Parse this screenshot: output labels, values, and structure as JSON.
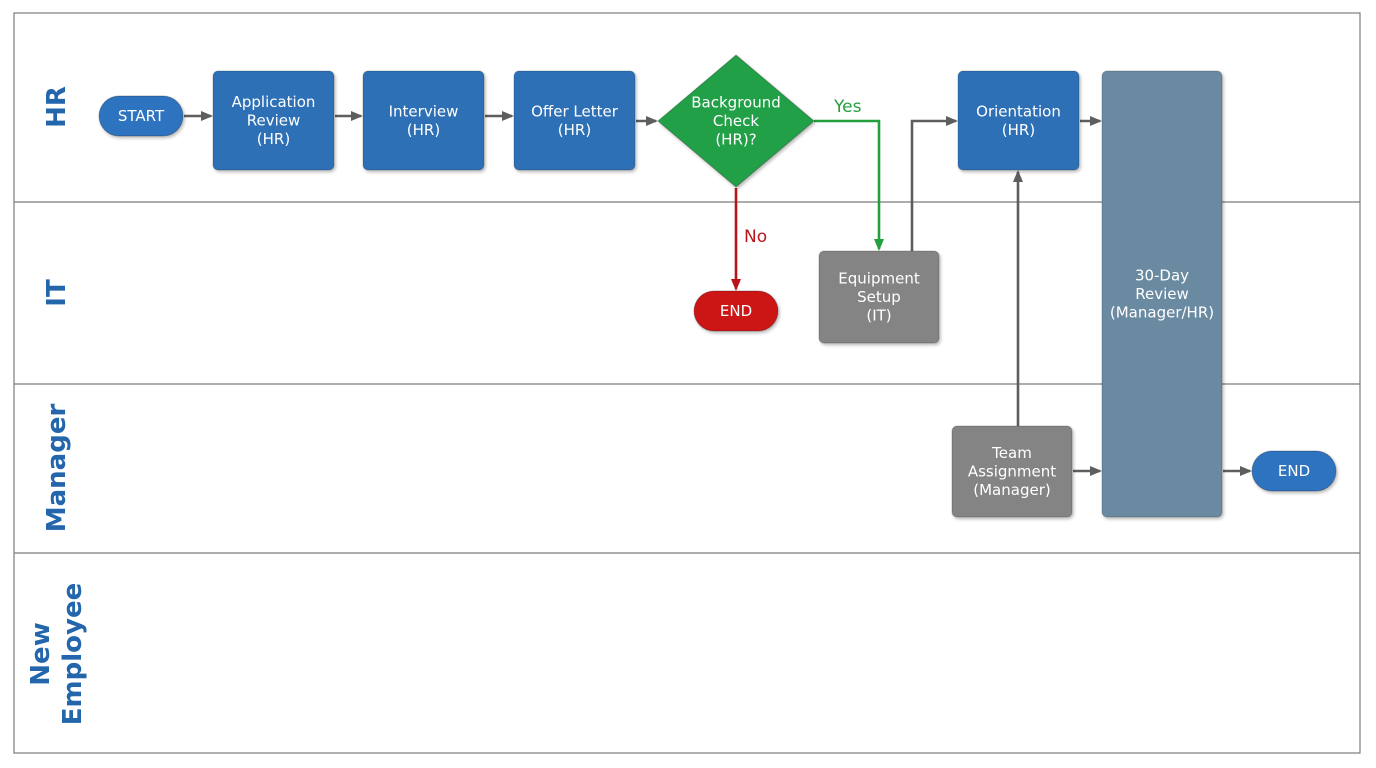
{
  "colors": {
    "lane_title": "#2366ac",
    "lane_border": "#7b7b7b",
    "process_blue": "#2e6fb5",
    "process_gray": "#848484",
    "review_slate": "#6a8aa2",
    "decision_green": "#23a046",
    "terminal_blue": "#2f73bf",
    "terminal_red": "#cc1313",
    "arrow_gray": "#5e5e5e",
    "arrow_green": "#239f3e",
    "arrow_red": "#b8151b"
  },
  "lanes": [
    {
      "id": "hr",
      "title": [
        "HR"
      ]
    },
    {
      "id": "it",
      "title": [
        "IT"
      ]
    },
    {
      "id": "manager",
      "title": [
        "Manager"
      ]
    },
    {
      "id": "new-employee",
      "title": [
        "New",
        "Employee"
      ]
    }
  ],
  "nodes": [
    {
      "id": "start",
      "kind": "terminal",
      "color": "blue",
      "lines": [
        "START"
      ]
    },
    {
      "id": "application-review",
      "kind": "process",
      "color": "blue",
      "lines": [
        "Application",
        "Review",
        "(HR)"
      ]
    },
    {
      "id": "interview",
      "kind": "process",
      "color": "blue",
      "lines": [
        "Interview",
        "(HR)"
      ]
    },
    {
      "id": "offer-letter",
      "kind": "process",
      "color": "blue",
      "lines": [
        "Offer Letter",
        "(HR)"
      ]
    },
    {
      "id": "background-check",
      "kind": "decision",
      "color": "green",
      "lines": [
        "Background",
        "Check",
        "(HR)?"
      ]
    },
    {
      "id": "orientation",
      "kind": "process",
      "color": "blue",
      "lines": [
        "Orientation",
        "(HR)"
      ]
    },
    {
      "id": "thirty-day-review",
      "kind": "process",
      "color": "slate",
      "lines": [
        "30-Day",
        "Review",
        "(Manager/HR)"
      ]
    },
    {
      "id": "end-rejected",
      "kind": "terminal",
      "color": "red",
      "lines": [
        "END"
      ]
    },
    {
      "id": "equipment-setup",
      "kind": "process",
      "color": "gray",
      "lines": [
        "Equipment",
        "Setup",
        "(IT)"
      ]
    },
    {
      "id": "team-assignment",
      "kind": "process",
      "color": "gray",
      "lines": [
        "Team",
        "Assignment",
        "(Manager)"
      ]
    },
    {
      "id": "end-complete",
      "kind": "terminal",
      "color": "blue",
      "lines": [
        "END"
      ]
    }
  ],
  "edges": [
    {
      "from": "start",
      "to": "application-review",
      "color": "gray"
    },
    {
      "from": "application-review",
      "to": "interview",
      "color": "gray"
    },
    {
      "from": "interview",
      "to": "offer-letter",
      "color": "gray"
    },
    {
      "from": "offer-letter",
      "to": "background-check",
      "color": "gray"
    },
    {
      "from": "background-check",
      "to": "equipment-setup",
      "color": "green",
      "label": "Yes"
    },
    {
      "from": "background-check",
      "to": "end-rejected",
      "color": "red",
      "label": "No"
    },
    {
      "from": "equipment-setup",
      "to": "orientation",
      "color": "gray"
    },
    {
      "from": "team-assignment",
      "to": "orientation",
      "color": "gray"
    },
    {
      "from": "orientation",
      "to": "thirty-day-review",
      "color": "gray"
    },
    {
      "from": "team-assignment",
      "to": "thirty-day-review",
      "color": "gray"
    },
    {
      "from": "thirty-day-review",
      "to": "end-complete",
      "color": "gray"
    }
  ]
}
